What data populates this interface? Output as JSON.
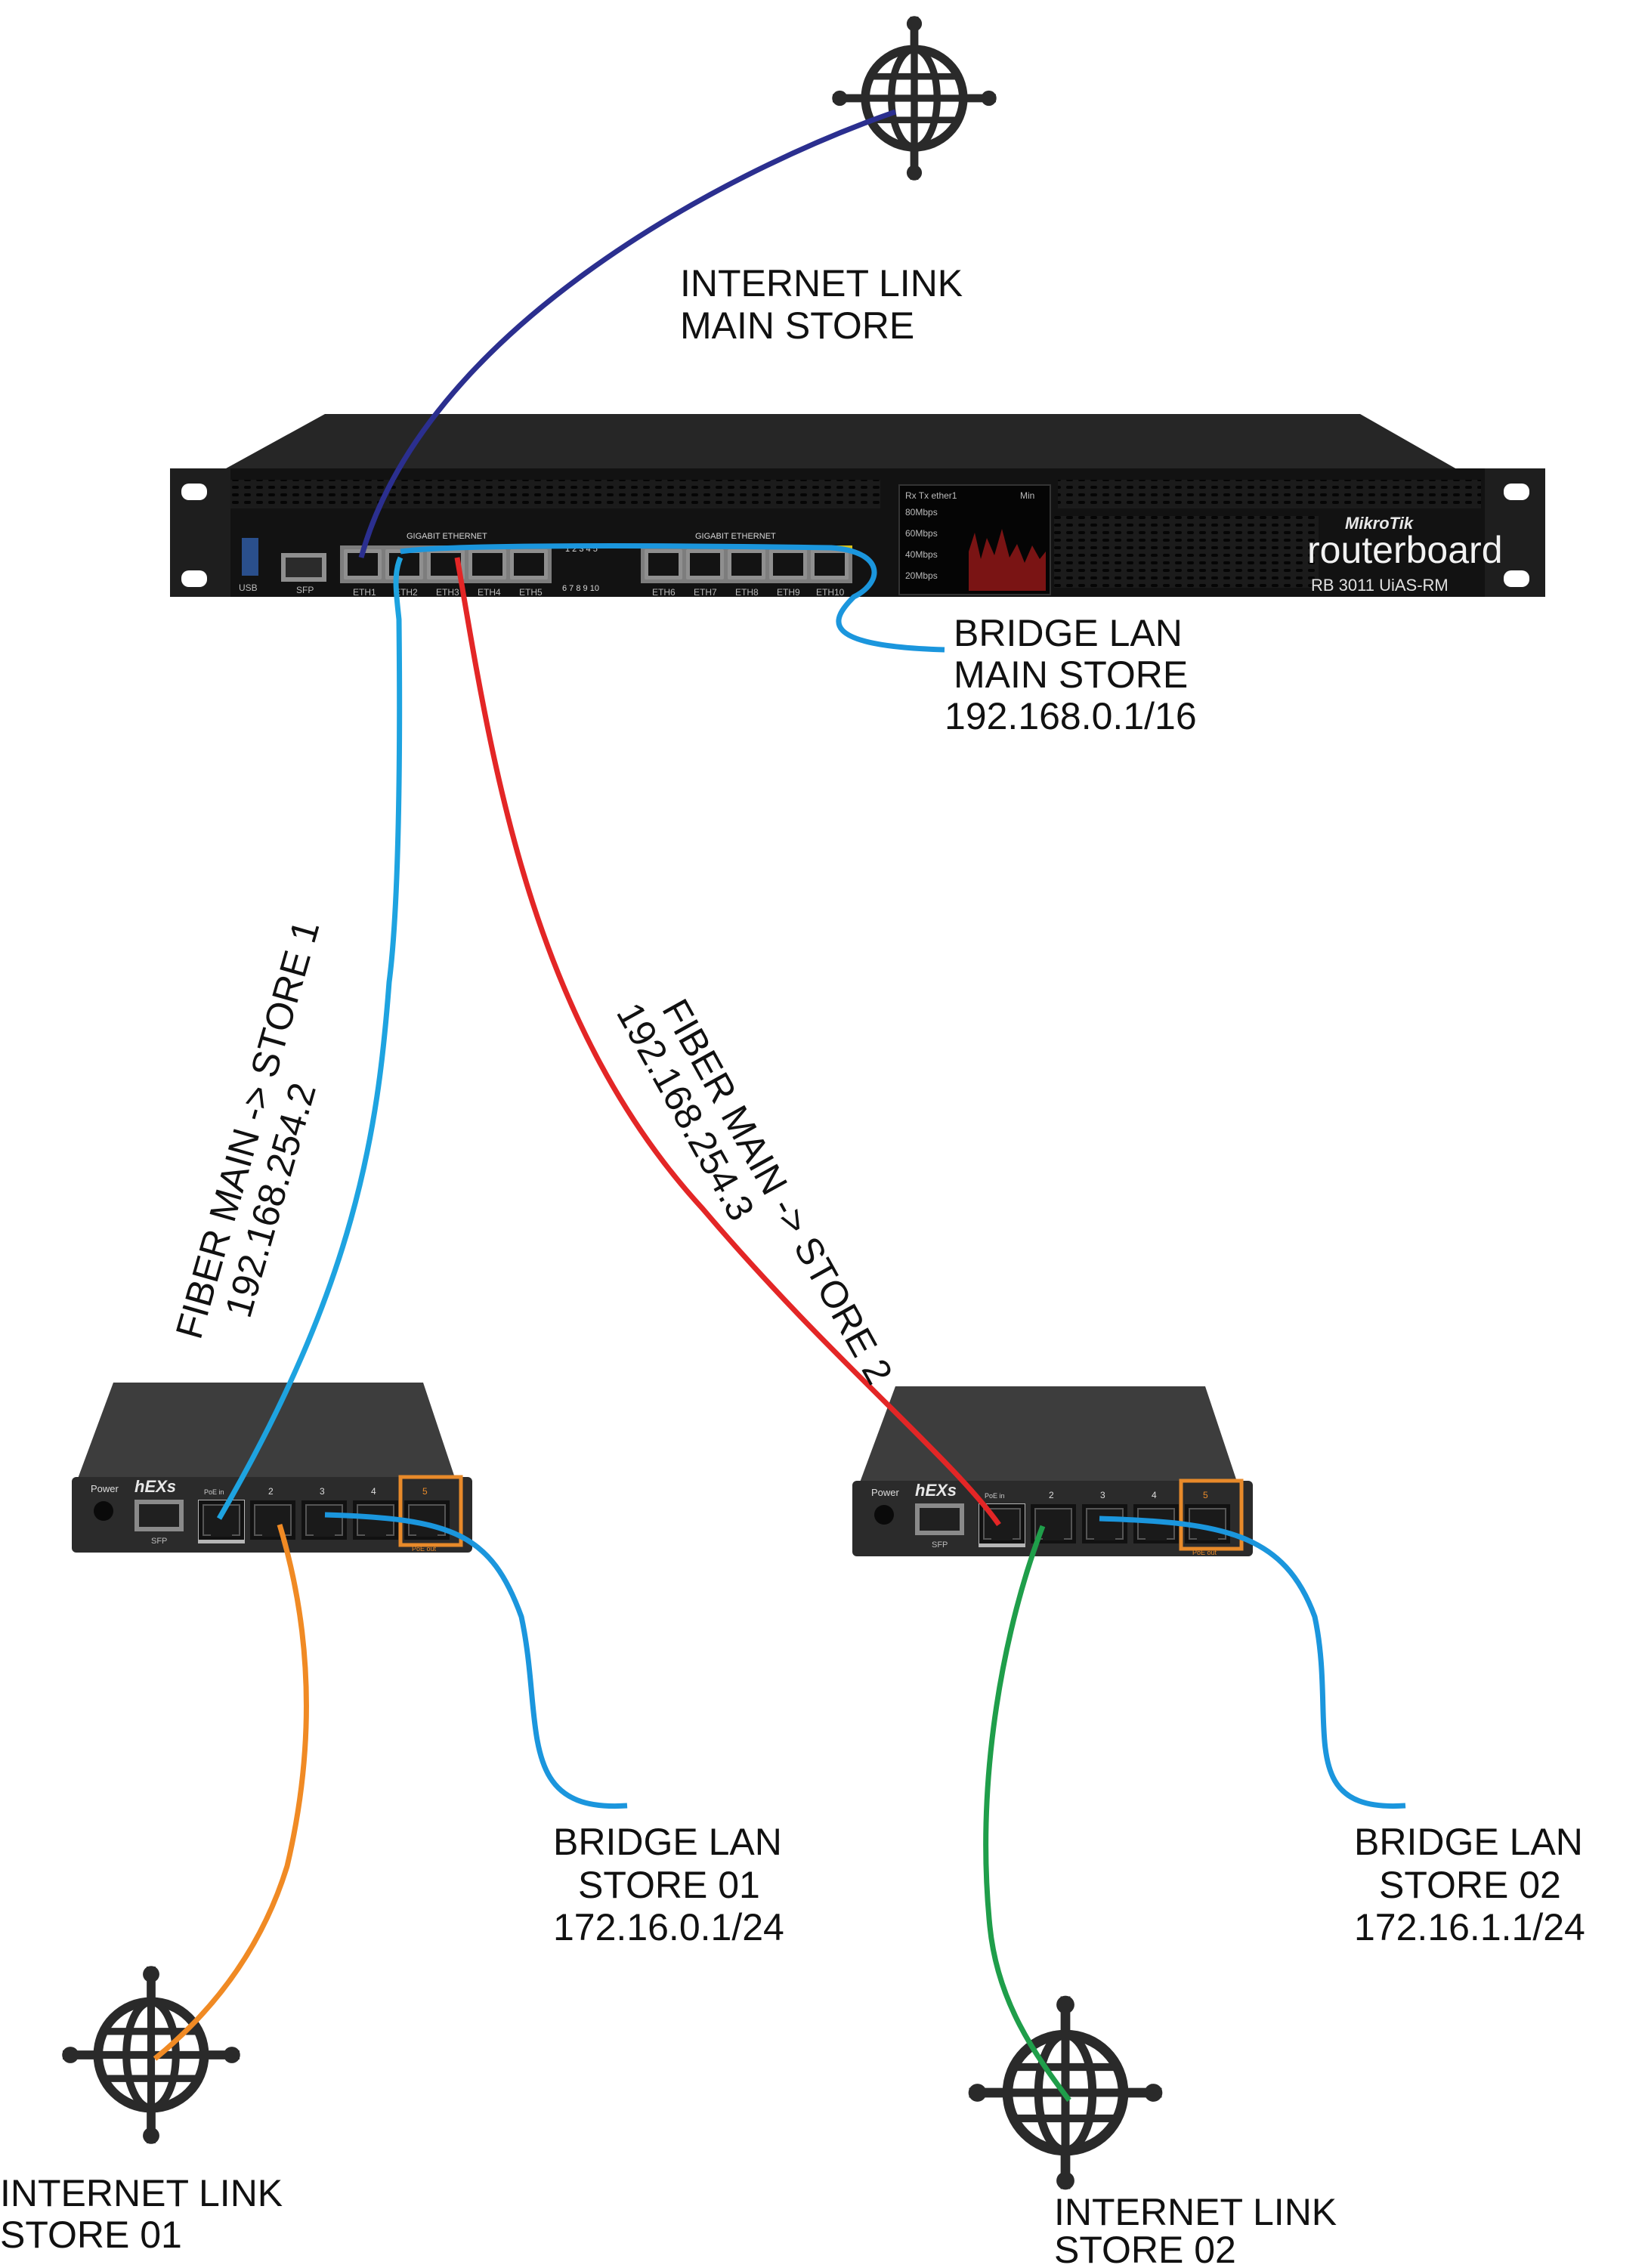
{
  "labels": {
    "internet_main": [
      "INTERNET LINK",
      "MAIN STORE"
    ],
    "bridge_main": [
      "BRIDGE LAN",
      "MAIN STORE",
      "192.168.0.1/16"
    ],
    "fiber1": [
      "FIBER MAIN -> STORE 1",
      "192.168.254.2"
    ],
    "fiber2": [
      "FIBER MAIN -> STORE 2",
      "192.168.254.3"
    ],
    "bridge_store1": [
      "BRIDGE LAN",
      "STORE 01",
      "172.16.0.1/24"
    ],
    "bridge_store2": [
      "BRIDGE LAN",
      "STORE 02",
      "172.16.1.1/24"
    ],
    "internet_store1": [
      "INTERNET LINK",
      "STORE 01"
    ],
    "internet_store2": [
      "INTERNET LINK",
      "STORE 02"
    ]
  },
  "router": {
    "brand": "MikroTik",
    "line": "routerboard",
    "model": "RB 3011 UiAS-RM",
    "group1_title": "GIGABIT ETHERNET",
    "group2_title": "GIGABIT ETHERNET",
    "ports_left": [
      "ETH1",
      "ETH2",
      "ETH3",
      "ETH4",
      "ETH5"
    ],
    "ports_right": [
      "ETH6",
      "ETH7",
      "ETH8",
      "ETH9",
      "ETH10"
    ],
    "led_top": "1 2 3 4 5",
    "led_bottom": "6 7 8 9 10",
    "sfp": "SFP",
    "usb": "USB",
    "screen_rows": [
      "80Mbps",
      "60Mbps",
      "40Mbps",
      "20Mbps"
    ],
    "screen_header": "Rx Tx ether1",
    "screen_unit": "Min"
  },
  "hex": {
    "model": "hEXs",
    "power": "Power",
    "sfp": "SFP",
    "port1": "PoE in",
    "port_numbers": [
      "2",
      "3",
      "4",
      "5"
    ],
    "poe_out": "PoE out"
  },
  "colors": {
    "internet_main_link": "#2b2f8f",
    "fiber_store1": "#1ea3e0",
    "fiber_store2": "#e32626",
    "bridge_lan": "#1b96dd",
    "internet_store1_link": "#f08a24",
    "internet_store2_link": "#1f9e4a"
  }
}
